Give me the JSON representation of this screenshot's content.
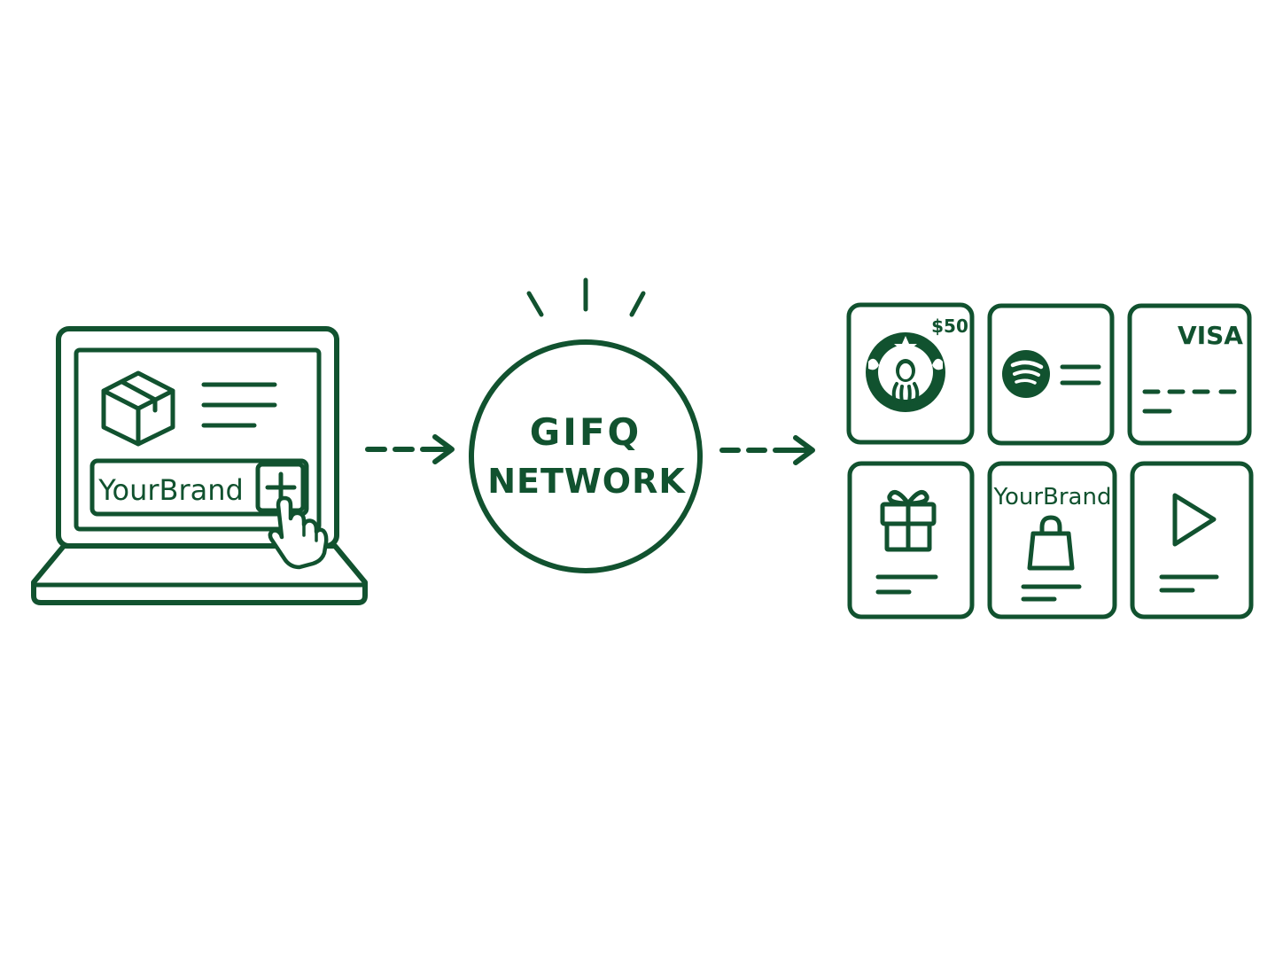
{
  "colors": {
    "ink": "#11522f",
    "background": "#ffffff"
  },
  "laptop": {
    "brand_label": "YourBrand",
    "icons": [
      "box-icon",
      "plus-icon",
      "hand-pointer-icon"
    ]
  },
  "network": {
    "line1": "GIFQ",
    "line2": "NETWORK"
  },
  "cards": [
    {
      "name": "starbucks-card",
      "icon": "starbucks-logo-icon",
      "value": "$50"
    },
    {
      "name": "spotify-card",
      "icon": "spotify-logo-icon"
    },
    {
      "name": "visa-card",
      "label": "VISA"
    },
    {
      "name": "gift-card",
      "icon": "gift-icon"
    },
    {
      "name": "yourbrand-card",
      "label": "YourBrand",
      "icon": "shopping-bag-icon"
    },
    {
      "name": "play-card",
      "icon": "play-icon"
    }
  ]
}
